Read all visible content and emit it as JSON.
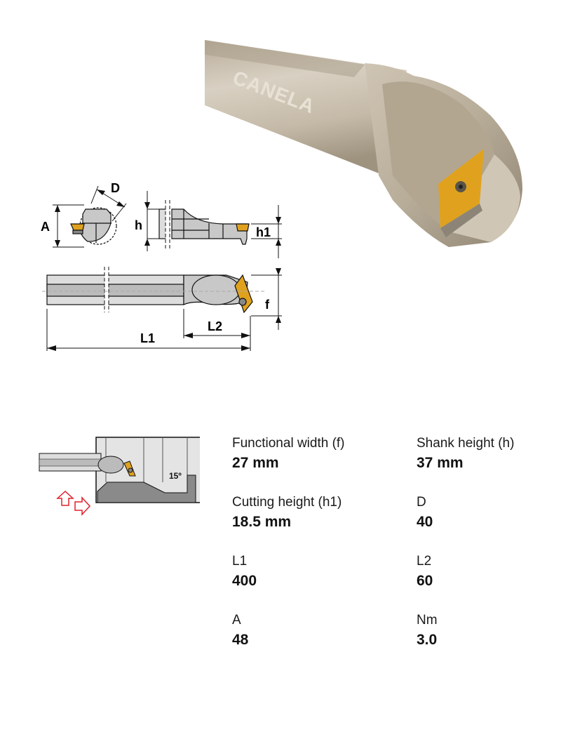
{
  "product_photo": {
    "brand_text": "CANELA",
    "colors": {
      "insert": "#e0a21e",
      "body": "#c9bfae"
    }
  },
  "dimension_drawing": {
    "labels": {
      "A": "A",
      "D": "D",
      "h": "h",
      "h1": "h1",
      "f": "f",
      "L1": "L1",
      "L2": "L2"
    }
  },
  "operation_diagram": {
    "angle_label": "15º",
    "arrow_color": "#e0202a"
  },
  "specs": [
    {
      "label": "Functional width (f)",
      "value": "27 mm"
    },
    {
      "label": "Shank height (h)",
      "value": "37 mm"
    },
    {
      "label": "Cutting height (h1)",
      "value": "18.5 mm"
    },
    {
      "label": "D",
      "value": "40"
    },
    {
      "label": "L1",
      "value": "400"
    },
    {
      "label": "L2",
      "value": "60"
    },
    {
      "label": "A",
      "value": "48"
    },
    {
      "label": "Nm",
      "value": "3.0"
    }
  ]
}
